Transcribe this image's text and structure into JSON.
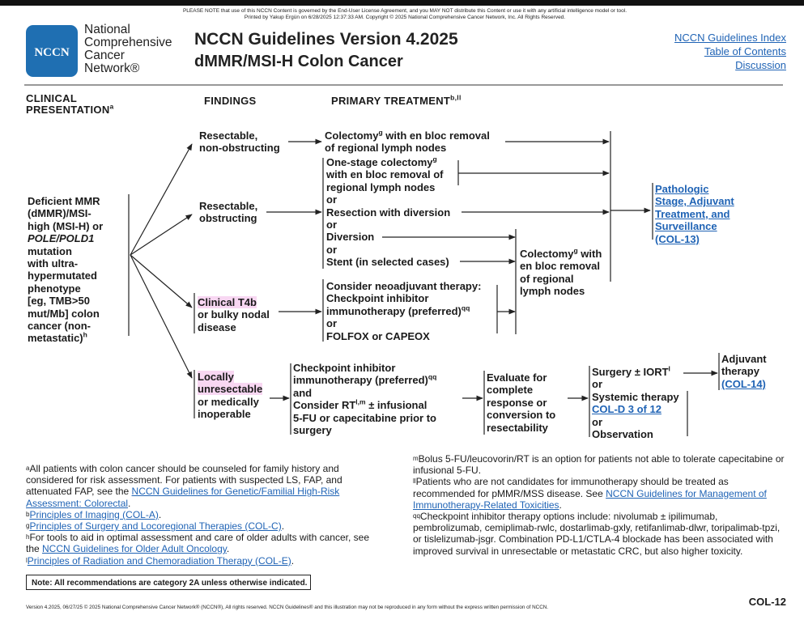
{
  "notice_line1": "PLEASE NOTE that use of this NCCN Content is governed by the End-User License Agreement, and you MAY NOT distribute this Content or use it with any artificial intelligence model or tool.",
  "notice_line2": "Printed by Yakup Ergün on 6/28/2025 12:37:33 AM. Copyright © 2025 National Comprehensive Cancer Network, Inc. All Rights Reserved.",
  "logo": {
    "abbr": "NCCN",
    "lines": [
      "National",
      "Comprehensive",
      "Cancer",
      "Network®"
    ]
  },
  "title": "NCCN Guidelines Version 4.2025",
  "subtitle": "dMMR/MSI-H Colon Cancer",
  "links": {
    "index": "NCCN Guidelines Index",
    "toc": "Table of Contents",
    "discussion": "Discussion"
  },
  "headers": {
    "clinical_1": "CLINICAL",
    "clinical_2": "PRESENTATION",
    "clinical_sup": "a",
    "findings": "FINDINGS",
    "primary": "PRIMARY TREATMENT",
    "primary_sup": "b,ll"
  },
  "presentation": [
    "Deficient MMR",
    "(dMMR)/MSI-",
    "high (MSI-H) or",
    "POLE/POLD1",
    "mutation",
    "with ultra-",
    "hypermutated",
    "phenotype",
    "[eg, TMB>50",
    "mut/Mb] colon",
    "cancer (non-",
    "metastatic)"
  ],
  "presentation_sup": "h",
  "findings": {
    "f1": [
      "Resectable,",
      "non-obstructing"
    ],
    "f2": [
      "Resectable,",
      "obstructing"
    ],
    "f3": [
      "Clinical T4b",
      "or bulky nodal",
      "disease"
    ],
    "f4": [
      "Locally",
      "unresectable",
      "or medically",
      "inoperable"
    ]
  },
  "treatments": {
    "t1_a": "Colectomy",
    "t1_sup": "g",
    "t1_b": " with en bloc removal",
    "t1_c": "of regional lymph nodes",
    "t2_a": "One-stage colectomy",
    "t2_sup": "g",
    "t2_b": "with en bloc removal of",
    "t2_c": "regional lymph nodes",
    "or": "or",
    "t3": "Resection with diversion",
    "t4": "Diversion",
    "t5": "Stent (in selected cases)",
    "t6_a": "Consider neoadjuvant therapy:",
    "t6_b": "Checkpoint inhibitor",
    "t6_c": "immunotherapy (preferred)",
    "t6_sup": "qq",
    "t6_d": "FOLFOX or CAPEOX",
    "t7_a": "Checkpoint inhibitor",
    "t7_b": "immunotherapy (preferred)",
    "t7_sup": "qq",
    "t7_c": "and",
    "t7_d": "Consider RT",
    "t7_sup2": "l,m",
    "t7_e": " ± infusional",
    "t7_f": "5-FU or capecitabine prior to",
    "t7_g": "surgery"
  },
  "colectomy_box": {
    "a": "Colectomy",
    "sup": "g",
    "b": " with",
    "c": "en bloc removal",
    "d": "of regional",
    "e": "lymph nodes"
  },
  "pathologic": [
    "Pathologic",
    "Stage, Adjuvant",
    "Treatment, and",
    "Surveillance",
    "(COL-13)"
  ],
  "evaluate": [
    "Evaluate for",
    "complete",
    "response or",
    "conversion to",
    "resectability"
  ],
  "surgery": {
    "a": "Surgery ± IORT",
    "sup": "l",
    "or": "or",
    "b": "Systemic therapy",
    "c": "COL-D 3 of 12",
    "d": "Observation"
  },
  "adjuvant": [
    "Adjuvant",
    "therapy",
    "(COL-14)"
  ],
  "footnotes_left": [
    {
      "sup": "a",
      "parts": [
        {
          "text": "All patients with colon cancer should be counseled for family history and considered for risk assessment. For patients with suspected LS, FAP, and attenuated FAP, see the "
        },
        {
          "text": "NCCN Guidelines for Genetic/Familial High-Risk Assessment: Colorectal",
          "link": true
        },
        {
          "text": "."
        }
      ]
    },
    {
      "sup": "b",
      "parts": [
        {
          "text": "Principles of Imaging (COL-A)",
          "link": true
        },
        {
          "text": "."
        }
      ]
    },
    {
      "sup": "g",
      "parts": [
        {
          "text": "Principles of Surgery and Locoregional Therapies (COL-C)",
          "link": true
        },
        {
          "text": "."
        }
      ]
    },
    {
      "sup": "h",
      "parts": [
        {
          "text": "For tools to aid in optimal assessment and care of older adults with cancer, see the "
        },
        {
          "text": "NCCN Guidelines for Older Adult Oncology",
          "link": true
        },
        {
          "text": "."
        }
      ]
    },
    {
      "sup": "l",
      "parts": [
        {
          "text": "Principles of Radiation and Chemoradiation Therapy (COL-E)",
          "link": true
        },
        {
          "text": "."
        }
      ]
    }
  ],
  "footnotes_right": [
    {
      "sup": "m",
      "parts": [
        {
          "text": "Bolus 5-FU/leucovorin/RT is an option for patients not able to tolerate capecitabine or infusional 5-FU."
        }
      ]
    },
    {
      "sup": "ll",
      "parts": [
        {
          "text": "Patients who are not candidates for immunotherapy should be treated as recommended for pMMR/MSS disease. See "
        },
        {
          "text": "NCCN Guidelines for Management of Immunotherapy-Related Toxicities",
          "link": true
        },
        {
          "text": "."
        }
      ]
    },
    {
      "sup": "qq",
      "parts": [
        {
          "text": "Checkpoint inhibitor therapy options include: nivolumab ± ipilimumab, pembrolizumab, cemiplimab-rwlc, dostarlimab-gxly, retifanlimab-dlwr, toripalimab-tpzi, or tislelizumab-jsgr. Combination PD-L1/CTLA-4 blockade has been associated with improved survival in unresectable or metastatic CRC, but also higher toxicity."
        }
      ]
    }
  ],
  "note": "Note: All recommendations are category 2A unless otherwise indicated.",
  "footer": "Version 4.2025, 06/27/25 © 2025 National Comprehensive Cancer Network® (NCCN®), All rights reserved. NCCN Guidelines® and this illustration may not be reproduced in any form without the express written permission of NCCN.",
  "page": "COL-12",
  "colors": {
    "brand_blue": "#1f6fb2",
    "link_blue": "#1f63b5",
    "highlight_pink": "#f8d7f2"
  }
}
